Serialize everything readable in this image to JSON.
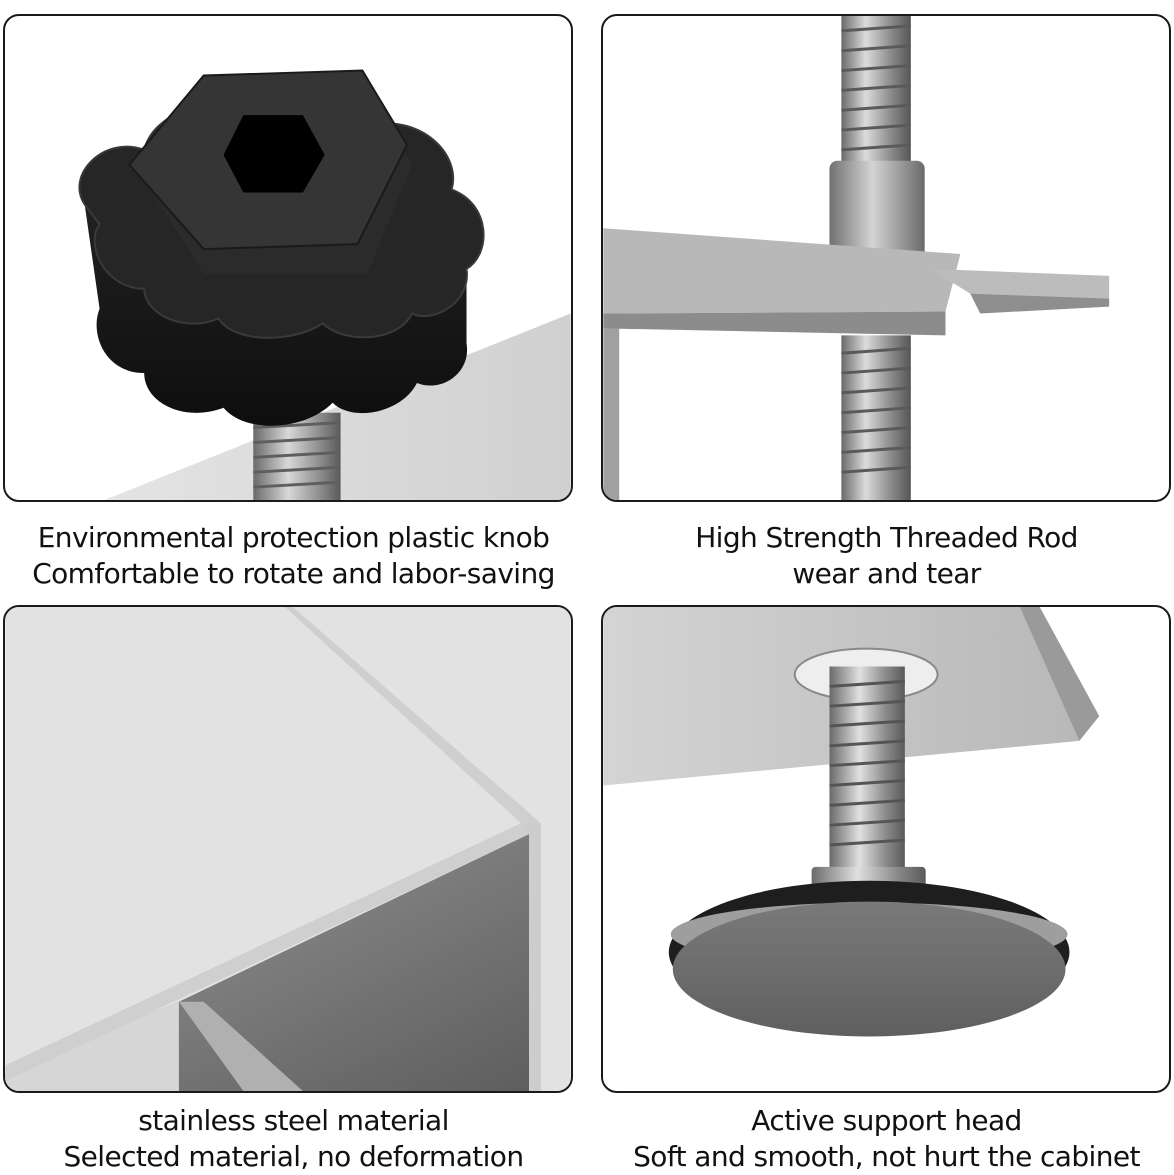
{
  "panels": [
    {
      "id": "knob",
      "image_subject": "black-plastic-star-knob-with-hex-socket-on-threaded-rod",
      "caption": {
        "line1": "Environmental protection plastic knob",
        "line2": "Comfortable to rotate and labor-saving"
      }
    },
    {
      "id": "threaded-rod",
      "image_subject": "threaded-rod-through-rivet-nut-on-steel-bracket",
      "caption": {
        "line1": "High Strength Threaded Rod",
        "line2": "wear and tear"
      }
    },
    {
      "id": "steel",
      "image_subject": "stainless-steel-u-channel-corner-closeup",
      "caption": {
        "line1": "stainless steel material",
        "line2": "Selected material, no deformation"
      }
    },
    {
      "id": "support-head",
      "image_subject": "round-support-pad-on-threaded-rod-under-bracket",
      "caption": {
        "line1": "Active support head",
        "line2": "Soft and smooth, not hurt the cabinet"
      }
    }
  ],
  "colors": {
    "background": "#ffffff",
    "panel_border": "#1a1a1a",
    "text": "#111111",
    "knob_black": "#1c1c1c",
    "steel_light": "#d9d9d9",
    "steel_mid": "#a8a8a8",
    "steel_dark": "#6e6e6e"
  }
}
